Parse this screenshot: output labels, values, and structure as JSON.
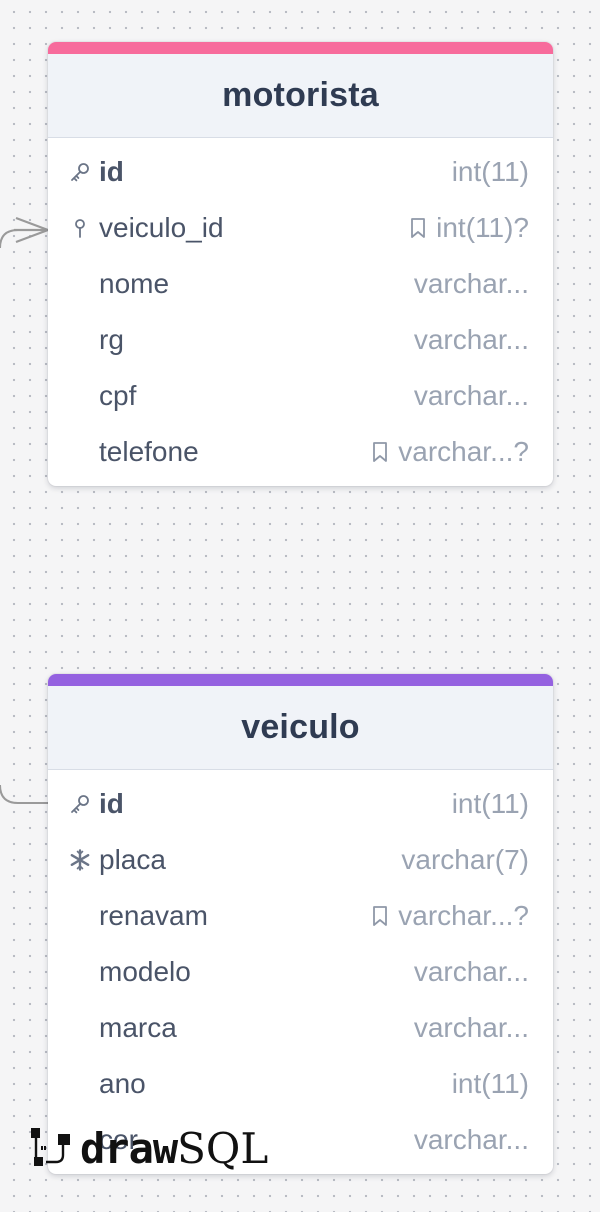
{
  "tables": [
    {
      "name": "motorista",
      "accent": "#f76b9c",
      "columns": [
        {
          "name": "id",
          "type": "int(11)",
          "key": "pk",
          "nullable": false
        },
        {
          "name": "veiculo_id",
          "type": "int(11)?",
          "key": "fk",
          "nullable": true
        },
        {
          "name": "nome",
          "type": "varchar...",
          "key": "",
          "nullable": false
        },
        {
          "name": "rg",
          "type": "varchar...",
          "key": "",
          "nullable": false
        },
        {
          "name": "cpf",
          "type": "varchar...",
          "key": "",
          "nullable": false
        },
        {
          "name": "telefone",
          "type": "varchar...?",
          "key": "",
          "nullable": true
        }
      ]
    },
    {
      "name": "veiculo",
      "accent": "#9461e0",
      "columns": [
        {
          "name": "id",
          "type": "int(11)",
          "key": "pk",
          "nullable": false
        },
        {
          "name": "placa",
          "type": "varchar(7)",
          "key": "unique",
          "nullable": false
        },
        {
          "name": "renavam",
          "type": "varchar...?",
          "key": "",
          "nullable": true
        },
        {
          "name": "modelo",
          "type": "varchar...",
          "key": "",
          "nullable": false
        },
        {
          "name": "marca",
          "type": "varchar...",
          "key": "",
          "nullable": false
        },
        {
          "name": "ano",
          "type": "int(11)",
          "key": "",
          "nullable": false
        },
        {
          "name": "cor",
          "type": "varchar...",
          "key": "",
          "nullable": false
        }
      ]
    }
  ],
  "brand": {
    "part1": "draw",
    "part2": "SQL"
  },
  "colors": {
    "relation_line": "#9a9a9a",
    "title": "#2f3b52",
    "column_name": "#4a5468",
    "column_type": "#9aa3b2"
  }
}
